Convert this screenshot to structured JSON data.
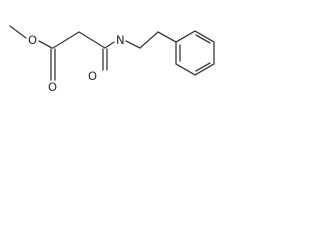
{
  "molecule": {
    "atom_labels": {
      "ester_oxygen": "O",
      "ester_carbonyl_oxygen": "O",
      "amide_nitrogen": "N",
      "amide_carbonyl_oxygen": "O"
    },
    "colors": {
      "bond": "#3a3a3a",
      "label": "#2a2a2a",
      "background": "#ffffff"
    }
  }
}
